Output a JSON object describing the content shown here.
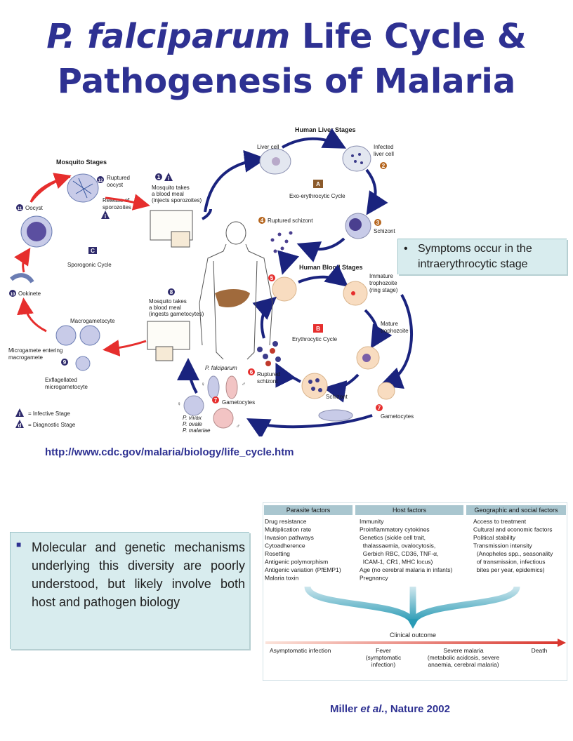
{
  "title": {
    "italic_part": "P. falciparum",
    "line1_rest": " Life Cycle &",
    "line2": "Pathogenesis of Malaria"
  },
  "lifecycle": {
    "mosquito_stages": "Mosquito Stages",
    "human_liver_stages": "Human Liver Stages",
    "human_blood_stages": "Human Blood Stages",
    "liver_cell": "Liver cell",
    "infected_liver_cell_1": "Infected",
    "infected_liver_cell_2": "liver cell",
    "exo_cycle": "Exo-erythrocytic Cycle",
    "ruptured_schizont_top": "Ruptured schizont",
    "schizont_top": "Schizont",
    "step1_line1": "Mosquito takes",
    "step1_line2": "a blood meal",
    "step1_line3": "(injects sporozoites)",
    "step8_line1": "Mosquito takes",
    "step8_line2": "a blood meal",
    "step8_line3": "(ingests gametocytes)",
    "ruptured_oocyst_1": "Ruptured",
    "ruptured_oocyst_2": "oocyst",
    "release_1": "Release of",
    "release_2": "sporozoites",
    "oocyst": "Oocyst",
    "sporogonic": "Sporogonic Cycle",
    "ookinete": "Ookinete",
    "macrogametocyte": "Macrogametocyte",
    "microgamete_1": "Microgamete entering",
    "microgamete_2": "macrogamete",
    "exflag_1": "Exflagellated",
    "exflag_2": "microgametocyte",
    "immature_1": "Immature",
    "immature_2": "trophozoite",
    "immature_3": "(ring stage)",
    "erythrocytic": "Erythrocytic Cycle",
    "mature_1": "Mature",
    "mature_2": "trophozoite",
    "schizont_bottom": "Schizont",
    "ruptured_bottom_1": "Ruptured",
    "ruptured_bottom_2": "schizont",
    "gametocytes_right": "Gametocytes",
    "gametocytes_left": "Gametocytes",
    "p_falciparum": "P. falciparum",
    "p_vivax": "P. vivax",
    "p_ovale": "P. ovale",
    "p_malariae": "P. malariae",
    "legend_infective": "= Infective Stage",
    "legend_diagnostic": "= Diagnostic Stage",
    "letter_a": "A",
    "letter_b": "B",
    "letter_c": "C",
    "letter_i": "i",
    "letter_d": "d",
    "female": "♀",
    "male": "♂",
    "n1": "1",
    "n2": "2",
    "n3": "3",
    "n4": "4",
    "n5": "5",
    "n6": "6",
    "n7": "7",
    "n8": "8",
    "n9": "9",
    "n10": "10",
    "n11": "11",
    "n12": "12"
  },
  "callout_top": {
    "bullet": "•",
    "text": "Symptoms occur in the intraerythrocytic stage"
  },
  "source_url": "http://www.cdc.gov/malaria/biology/life_cycle.htm",
  "callout_bottom": {
    "bullet": "■",
    "text": "Molecular and genetic mechanisms underlying this diversity are poorly understood, but likely involve both host and pathogen biology"
  },
  "factors": {
    "headers": [
      "Parasite factors",
      "Host factors",
      "Geographic and social factors"
    ],
    "parasite": [
      "Drug resistance",
      "Multiplication rate",
      "Invasion pathways",
      "Cytoadherence",
      "Rosetting",
      "Antigenic polymorphism",
      "Antigenic variation (PfEMP1)",
      "Malaria toxin"
    ],
    "host": [
      "Immunity",
      "Proinflammatory cytokines",
      "Genetics (sickle cell trait,",
      "  thalassaemia, ovalocytosis,",
      "  Gerbich RBC, CD36, TNF-α,",
      "  ICAM-1, CR1, MHC locus)",
      "Age (no cerebral malaria in infants)",
      "Pregnancy"
    ],
    "geo": [
      "Access to treatment",
      "Cultural and economic factors",
      "Political stability",
      "Transmission intensity",
      "  (Anopheles spp., seasonality",
      "  of transmission, infectious",
      "  bites per year, epidemics)"
    ],
    "clinical_outcome": "Clinical outcome",
    "outcomes": {
      "asymptomatic": "Asymptomatic infection",
      "fever": "Fever",
      "fever_sub1": "(symptomatic",
      "fever_sub2": "infection)",
      "severe": "Severe malaria",
      "severe_sub1": "(metabolic acidosis, severe",
      "severe_sub2": "anaemia, cerebral malaria)",
      "death": "Death"
    }
  },
  "citation": {
    "pre": "Miller ",
    "italic": "et al.",
    "post": ", Nature 2002"
  },
  "colors": {
    "title": "#2e3192",
    "arrow_blue": "#1a237e",
    "arrow_red": "#e62e2d",
    "callout_bg": "#d8ecee",
    "number_badge": "#2e2a6b"
  }
}
